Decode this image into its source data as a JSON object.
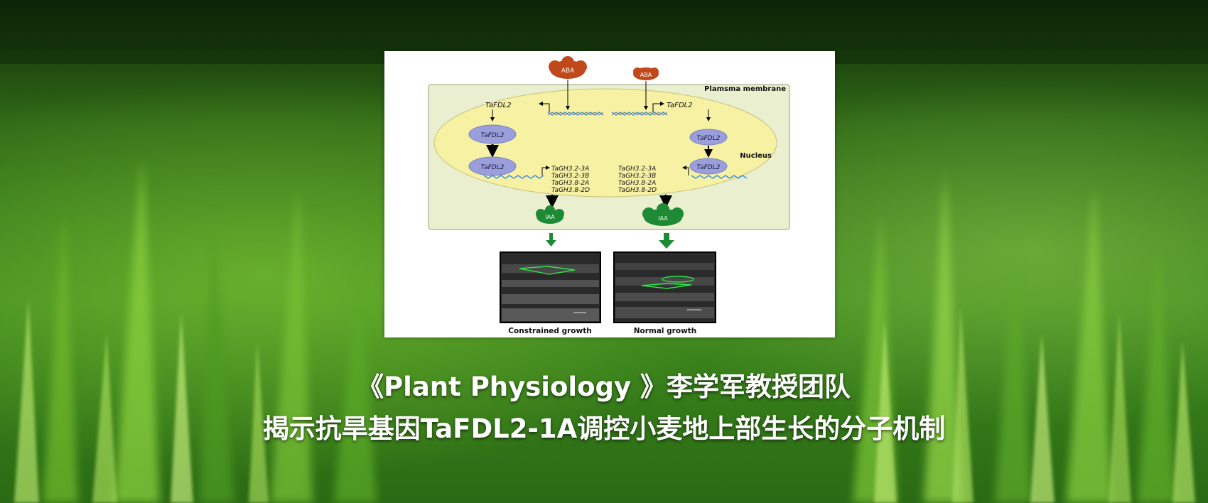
{
  "headline": {
    "line1": "《Plant Physiology 》李学军教授团队",
    "line2": "揭示抗旱基因TaFDL2-1A调控小麦地上部生长的分子机制"
  },
  "figure": {
    "aba_left": "ABA",
    "aba_right": "ABA",
    "membrane_label": "Plamsma membrane",
    "nucleus_label": "Nucleus",
    "gene_left": "TaFDL2",
    "gene_right": "TaFDL2",
    "protein_left_top": "TaFDL2",
    "protein_left_bottom": "TaFDL2",
    "protein_right_top": "TaFDL2",
    "protein_right_bottom": "TaFDL2",
    "targets_left": [
      "TaGH3.2-3A",
      "TaGH3.2-3B",
      "TaGH3.8-2A",
      "TaGH3.8-2D"
    ],
    "targets_right": [
      "TaGH3.2-3A",
      "TaGH3.2-3B",
      "TaGH3.8-2A",
      "TaGH3.8-2D"
    ],
    "iaa_left": "IAA",
    "iaa_right": "IAA",
    "caption_left": "Constrained growth",
    "caption_right": "Normal growth"
  },
  "colors": {
    "cell_fill": "#e9efcf",
    "nucleus_fill": "#f7f1a4",
    "aba_fill": "#c0491b",
    "protein_fill": "#9a9fdc",
    "iaa_fill": "#1f8a36",
    "arrow_green": "#1f8a36",
    "dna_blue": "#3a8ee0"
  }
}
